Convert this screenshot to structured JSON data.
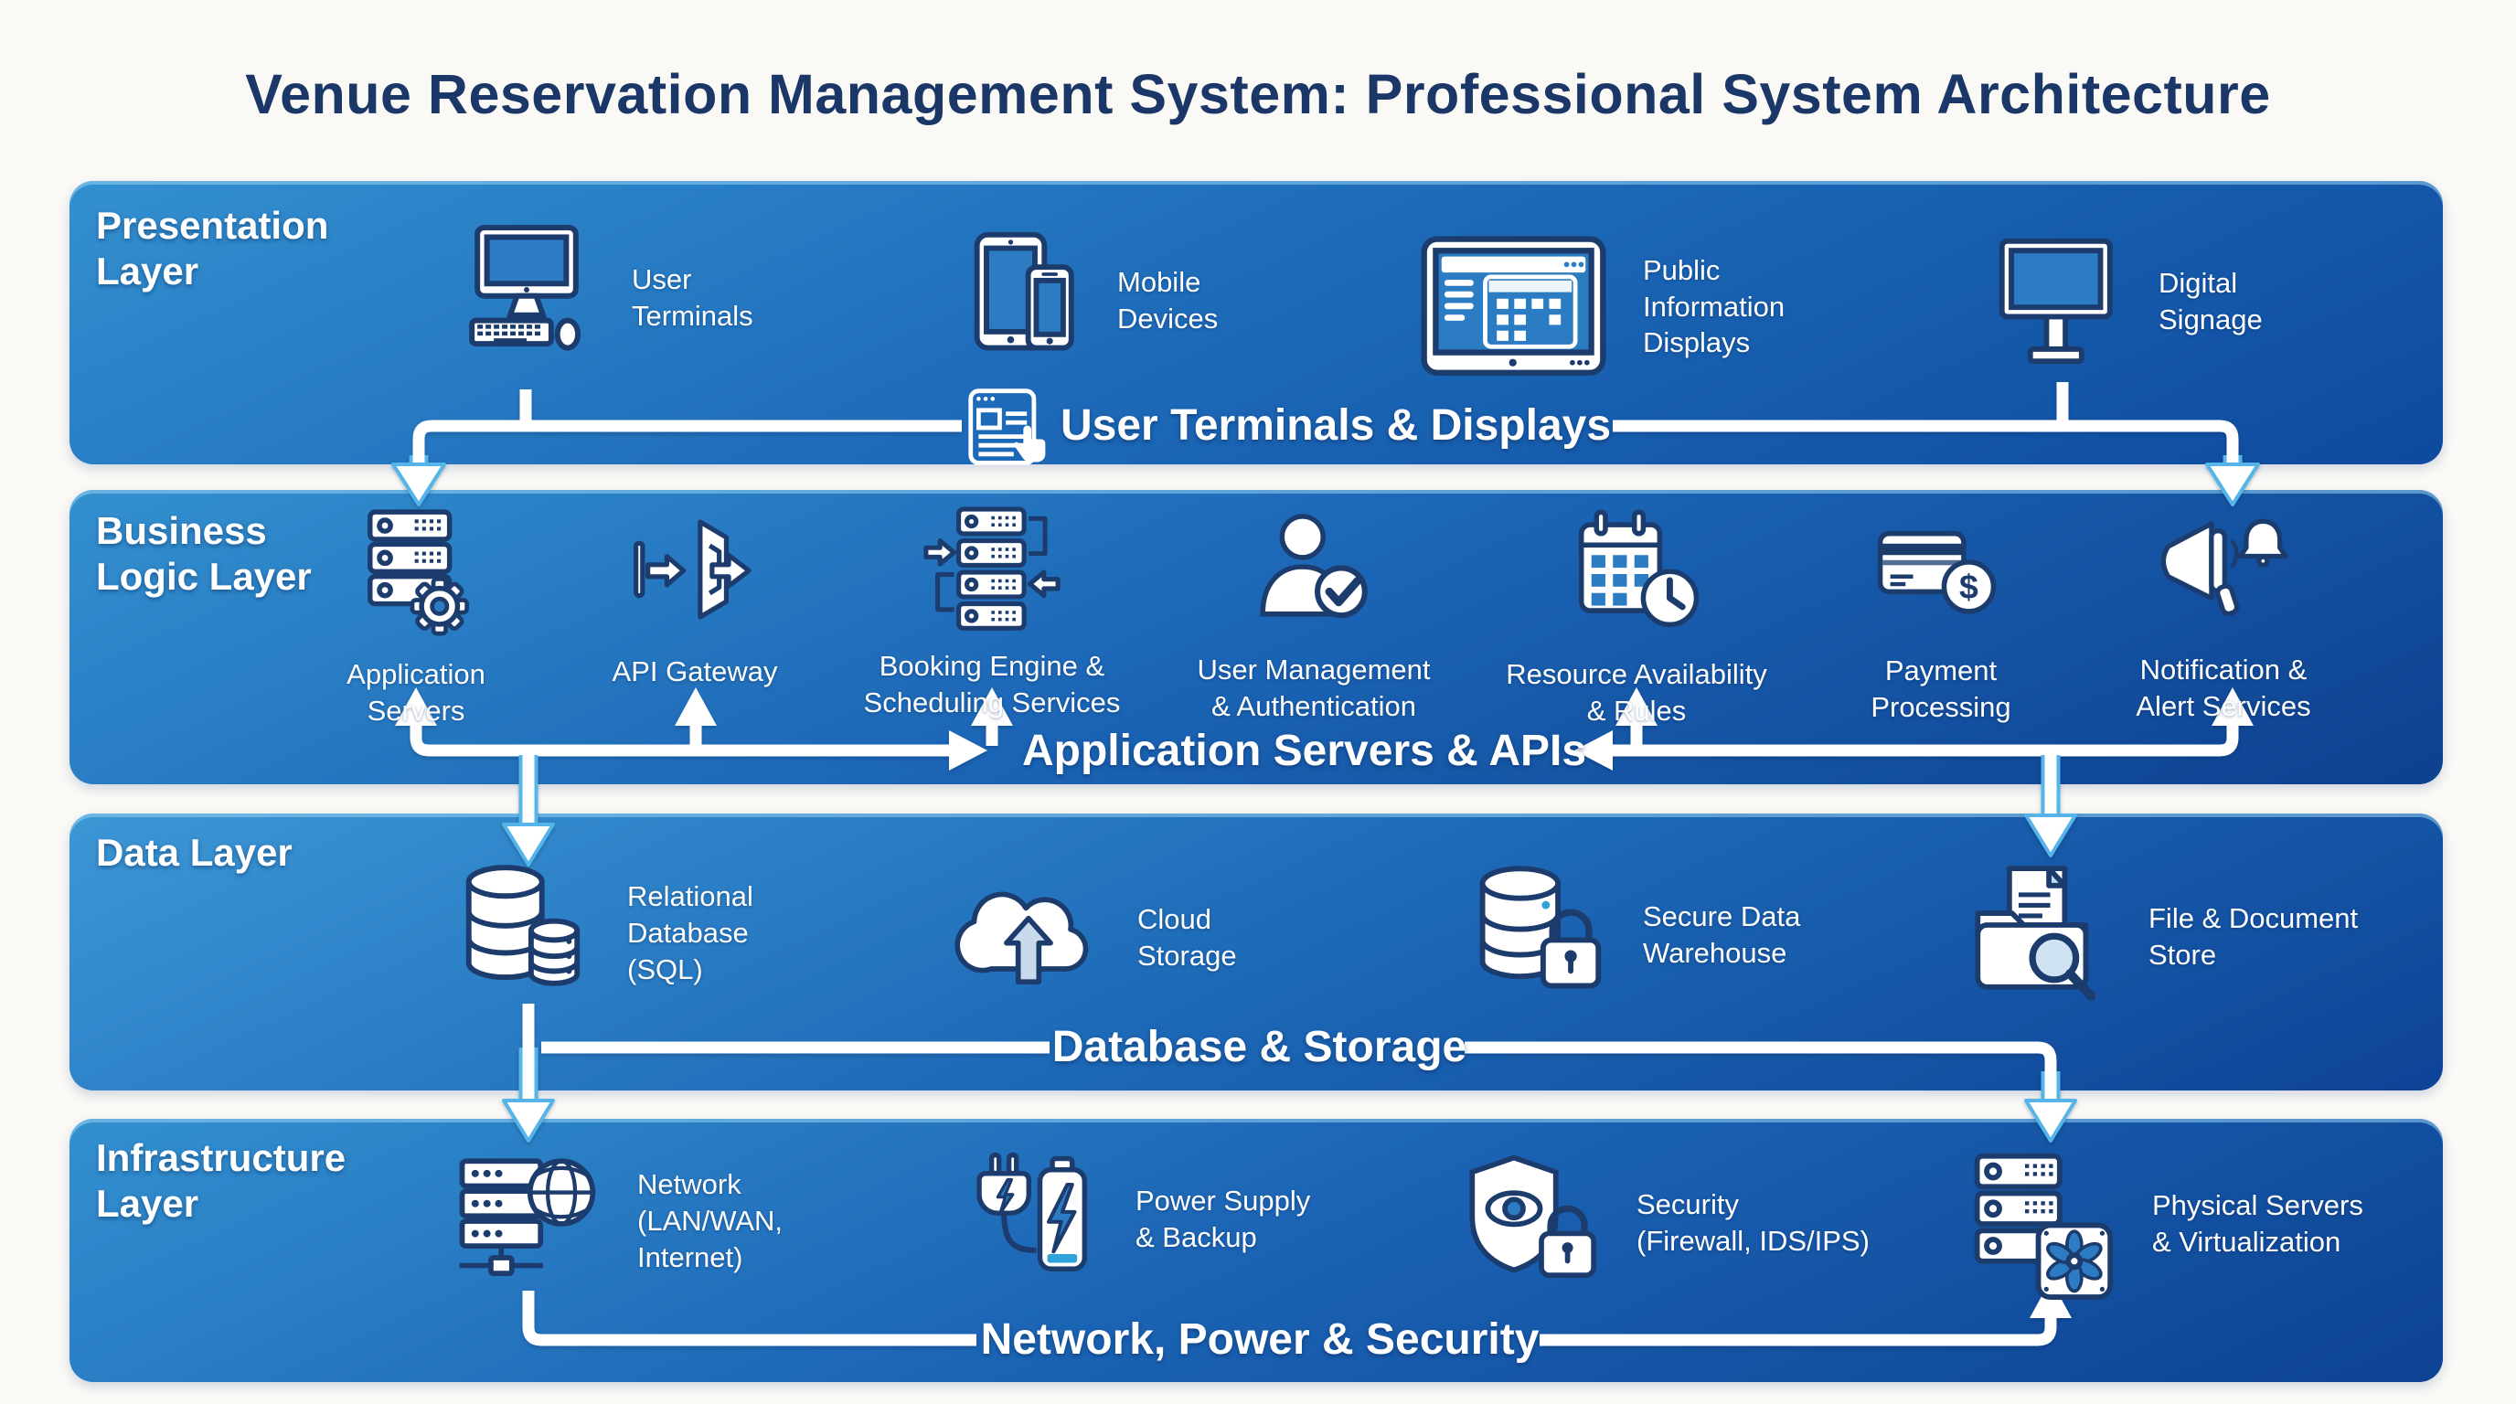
{
  "title": "Venue Reservation Management System: Professional System Architecture",
  "colors": {
    "band_top_blue": "#3390cf",
    "band_bottom_blue": "#0d418f",
    "title_navy": "#1a3767",
    "icon_outline_navy": "#1d3c6e",
    "icon_screen_blue": "#2c7cc3",
    "connector_white": "#ffffff",
    "arrow_edge_cyan": "#56b5e8",
    "page_background": "#faf9f6"
  },
  "layers": [
    {
      "id": "presentation",
      "name": "Presentation\nLayer",
      "items": [
        {
          "icon": "desktop-computer-icon",
          "label": "User\nTerminals"
        },
        {
          "icon": "mobile-devices-icon",
          "label": "Mobile\nDevices"
        },
        {
          "icon": "public-display-kiosk-icon",
          "label": "Public\nInformation\nDisplays"
        },
        {
          "icon": "digital-signage-icon",
          "label": "Digital\nSignage"
        }
      ],
      "banner": {
        "icon": "browser-cursor-icon",
        "label": "User Terminals & Displays"
      }
    },
    {
      "id": "business-logic",
      "name": "Business\nLogic Layer",
      "items": [
        {
          "icon": "server-gear-icon",
          "label": "Application\nServers"
        },
        {
          "icon": "api-gateway-icon",
          "label": "API Gateway"
        },
        {
          "icon": "booking-servers-icon",
          "label": "Booking Engine &\nScheduling Services"
        },
        {
          "icon": "user-check-icon",
          "label": "User Management\n& Authentication"
        },
        {
          "icon": "calendar-clock-icon",
          "label": "Resource Availability\n& Rules"
        },
        {
          "icon": "card-dollar-icon",
          "label": "Payment\nProcessing"
        },
        {
          "icon": "megaphone-bell-icon",
          "label": "Notification &\nAlert Services"
        }
      ],
      "banner": {
        "label": "Application Servers & APIs"
      }
    },
    {
      "id": "data",
      "name": "Data Layer",
      "items": [
        {
          "icon": "database-cylinders-icon",
          "label": "Relational\nDatabase\n(SQL)"
        },
        {
          "icon": "cloud-upload-icon",
          "label": "Cloud\nStorage"
        },
        {
          "icon": "database-lock-icon",
          "label": "Secure Data\nWarehouse"
        },
        {
          "icon": "folder-document-search-icon",
          "label": "File & Document\nStore"
        }
      ],
      "banner": {
        "label": "Database & Storage"
      }
    },
    {
      "id": "infrastructure",
      "name": "Infrastructure\nLayer",
      "items": [
        {
          "icon": "server-globe-network-icon",
          "label": "Network\n(LAN/WAN,\nInternet)"
        },
        {
          "icon": "plug-battery-icon",
          "label": "Power Supply\n& Backup"
        },
        {
          "icon": "shield-eye-lock-icon",
          "label": "Security\n(Firewall, IDS/IPS)"
        },
        {
          "icon": "server-fan-icon",
          "label": "Physical Servers\n& Virtualization"
        }
      ],
      "banner": {
        "label": "Network, Power & Security"
      }
    }
  ]
}
